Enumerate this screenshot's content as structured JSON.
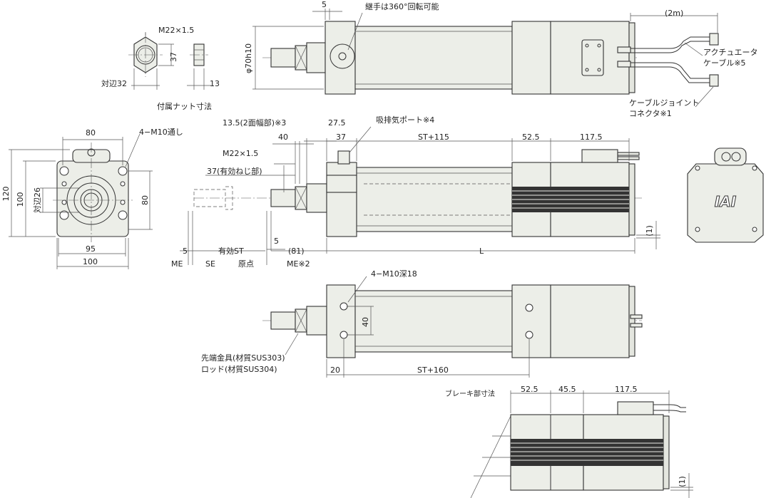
{
  "nut": {
    "thread": "M22×1.5",
    "height": "37",
    "across_flats": "対辺32",
    "thickness": "13",
    "caption": "付属ナット寸法"
  },
  "top_view": {
    "dim_5": "5",
    "rotate_note": "継手は360°回転可能",
    "diameter": "φ70h10",
    "cable_length": "(2m)",
    "actuator_cable": [
      "アクチュエータ",
      "ケーブル※5"
    ],
    "cable_joint": [
      "ケーブルジョイント",
      "コネクタ※1"
    ]
  },
  "side_view": {
    "dim_13_5": "13.5(2面幅部)※3",
    "dim_27_5": "27.5",
    "dim_40": "40",
    "dim_37": "37",
    "port": "吸排気ポート※4",
    "st115": "ST+115",
    "dim_52_5": "52.5",
    "dim_117_5": "117.5",
    "thread": "M22×1.5",
    "thread_len": "37(有効ねじ部)",
    "dim_5a": "5",
    "eff_st": "有効ST",
    "dim_5b": "5",
    "dim_81": "(81)",
    "L": "L",
    "me": "ME",
    "se": "SE",
    "origin": "原点",
    "me2": "ME※2",
    "dim_1": "(1)"
  },
  "flange": {
    "dim_80_top": "80",
    "holes": "4−M10通し",
    "dim_120": "120",
    "dim_100": "100",
    "across_26": "対辺26",
    "dim_80_right": "80",
    "dim_95": "95",
    "dim_100_bottom": "100"
  },
  "end_view": {
    "logo": "IAI"
  },
  "bottom_view": {
    "holes": "4−M10深18",
    "dim_40": "40",
    "rod_end": "先端金具(材質SUS303)",
    "rod": "ロッド(材質SUS304)",
    "dim_20": "20",
    "st160": "ST+160"
  },
  "brake": {
    "caption": "ブレーキ部寸法",
    "dim_52_5": "52.5",
    "dim_45_5": "45.5",
    "dim_117_5": "117.5",
    "dim_1": "(1)"
  }
}
